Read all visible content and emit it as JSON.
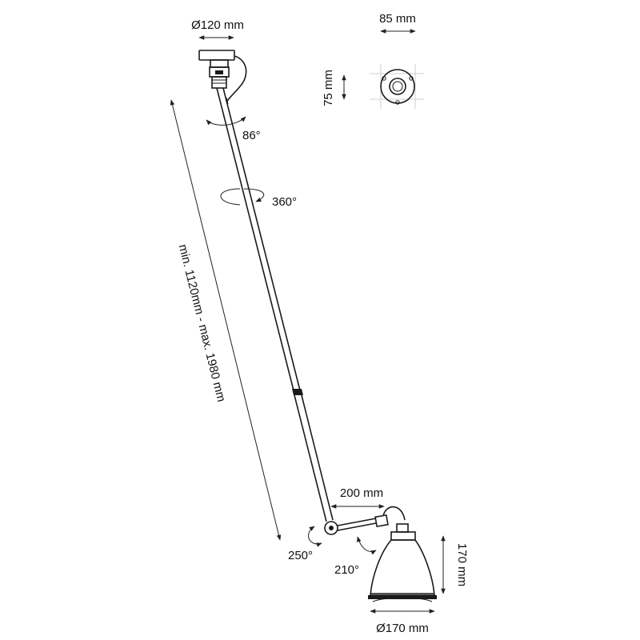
{
  "dimensions": {
    "canopy_diameter": "Ø120 mm",
    "plate_width": "85 mm",
    "plate_height": "75 mm",
    "length_range": "min. 1120mm - max. 1980 mm",
    "arm_length": "200 mm",
    "shade_height": "170 mm",
    "shade_diameter": "Ø170 mm"
  },
  "angles": {
    "canopy_tilt": "86°",
    "rotation": "360°",
    "elbow": "250°",
    "shade_tilt": "210°"
  },
  "colors": {
    "ink": "#1a1a1a",
    "background": "#ffffff"
  }
}
